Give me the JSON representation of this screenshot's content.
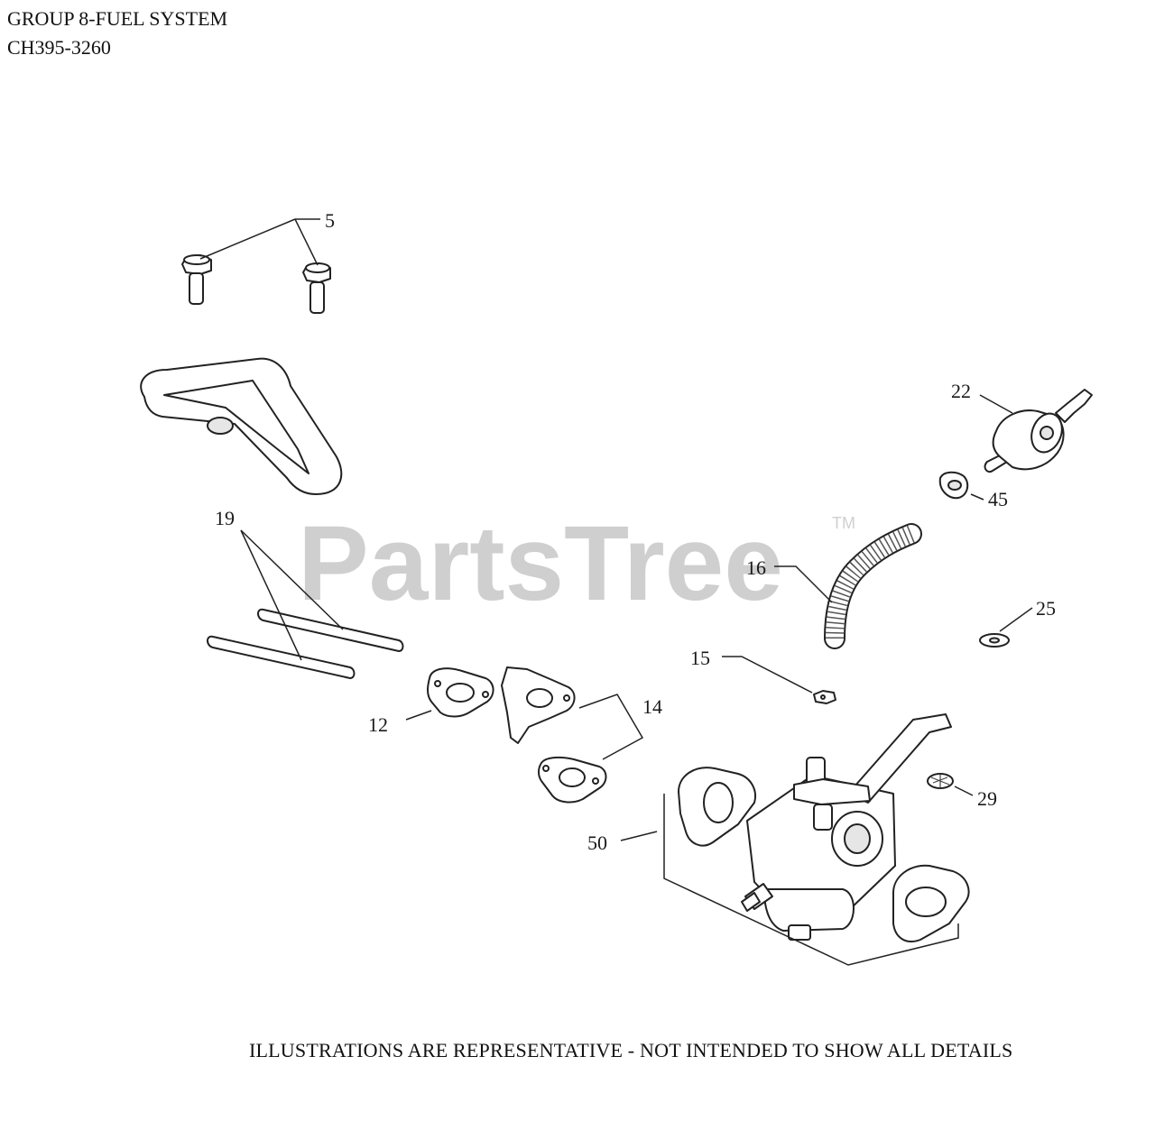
{
  "header": {
    "title": "GROUP 8-FUEL SYSTEM",
    "model_code": "CH395-3260"
  },
  "watermark": {
    "brand": "PartsTree",
    "trademark": "TM"
  },
  "callouts": [
    "5",
    "22",
    "45",
    "19",
    "16",
    "25",
    "15",
    "14",
    "12",
    "29",
    "50"
  ],
  "footer": {
    "disclaimer": "ILLUSTRATIONS ARE REPRESENTATIVE - NOT INTENDED TO SHOW ALL DETAILS"
  }
}
